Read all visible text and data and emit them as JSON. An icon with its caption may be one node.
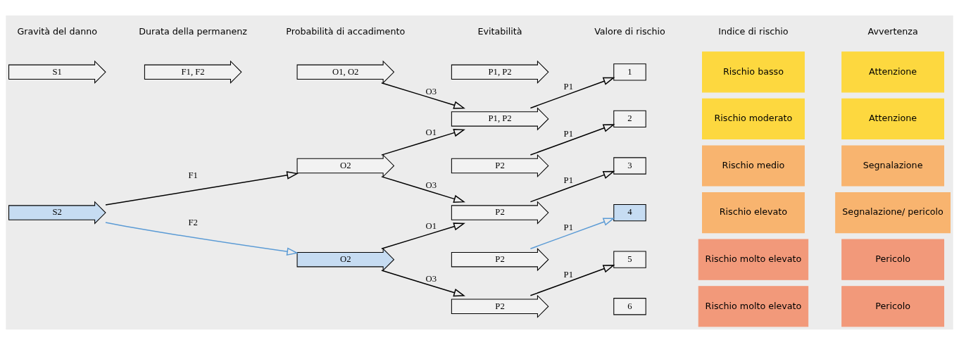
{
  "diagram": {
    "nodes": [
      {
        "text": [
          "S1"
        ]
      },
      {
        "text": [
          "F1, F2"
        ]
      },
      {
        "text": [
          "O1, O2"
        ]
      },
      {
        "text": [
          "P1, P2"
        ]
      },
      {
        "text": [
          "1"
        ]
      },
      {
        "text": [
          "Rischio basso"
        ]
      },
      {
        "text": [
          "Attenzione"
        ]
      },
      {
        "text": [
          "P1, P2"
        ]
      },
      {
        "text": [
          "2"
        ]
      },
      {
        "text": [
          "Rischio moderato"
        ]
      },
      {
        "text": [
          "Attenzione"
        ]
      },
      {
        "text": [
          "O2"
        ]
      },
      {
        "text": [
          "P2"
        ]
      },
      {
        "text": [
          "3"
        ]
      },
      {
        "text": [
          "Rischio medio"
        ]
      },
      {
        "text": [
          "Segnalazione"
        ]
      },
      {
        "text": [
          "S2"
        ]
      },
      {
        "text": [
          "P2"
        ]
      },
      {
        "text": [
          "4"
        ]
      },
      {
        "text": [
          "Rischio elevato"
        ]
      },
      {
        "text": [
          "Segnalazione/ pericolo"
        ]
      },
      {
        "text": [
          "O2"
        ]
      },
      {
        "text": [
          "P2"
        ]
      },
      {
        "text": [
          "5"
        ]
      },
      {
        "text": [
          "Rischio molto elevato"
        ]
      },
      {
        "text": [
          "Pericolo"
        ]
      },
      {
        "text": [
          "P2"
        ]
      },
      {
        "text": [
          "6"
        ]
      },
      {
        "text": [
          "Rischio molto elevato"
        ]
      },
      {
        "text": [
          "Pericolo"
        ]
      }
    ],
    "edges": [
      {
        "from": 2,
        "to": 7,
        "arrow": "to",
        "label": "O3"
      },
      {
        "from": 7,
        "to": 4,
        "arrow": "to",
        "label": "P1"
      },
      {
        "from": 16,
        "to": 11,
        "arrow": "to",
        "label": "F1"
      },
      {
        "from": 16,
        "to": 21,
        "arrow": "to",
        "label": "F2",
        "color": "#5b9bd5"
      },
      {
        "from": 11,
        "to": 7,
        "arrow": "to",
        "label": "O1"
      },
      {
        "from": 11,
        "to": 17,
        "arrow": "to",
        "label": "O3"
      },
      {
        "from": 12,
        "to": 8,
        "arrow": "to",
        "label": "P1"
      },
      {
        "from": 17,
        "to": 13,
        "arrow": "to",
        "label": "P1"
      },
      {
        "from": 21,
        "to": 17,
        "arrow": "to",
        "label": "O1"
      },
      {
        "from": 21,
        "to": 26,
        "arrow": "to",
        "label": "O3"
      },
      {
        "from": 22,
        "to": 18,
        "arrow": "to",
        "label": "P1",
        "color": "#5b9bd5"
      },
      {
        "from": 26,
        "to": 23,
        "arrow": "to",
        "label": "P1"
      }
    ],
    "labels": [
      "Gravità del danno",
      "Durata della permanenz",
      "Probabilità di accadimento",
      "Evitabilità",
      "Valore di rischio",
      "Indice di rischio",
      "Avvertenza"
    ]
  }
}
